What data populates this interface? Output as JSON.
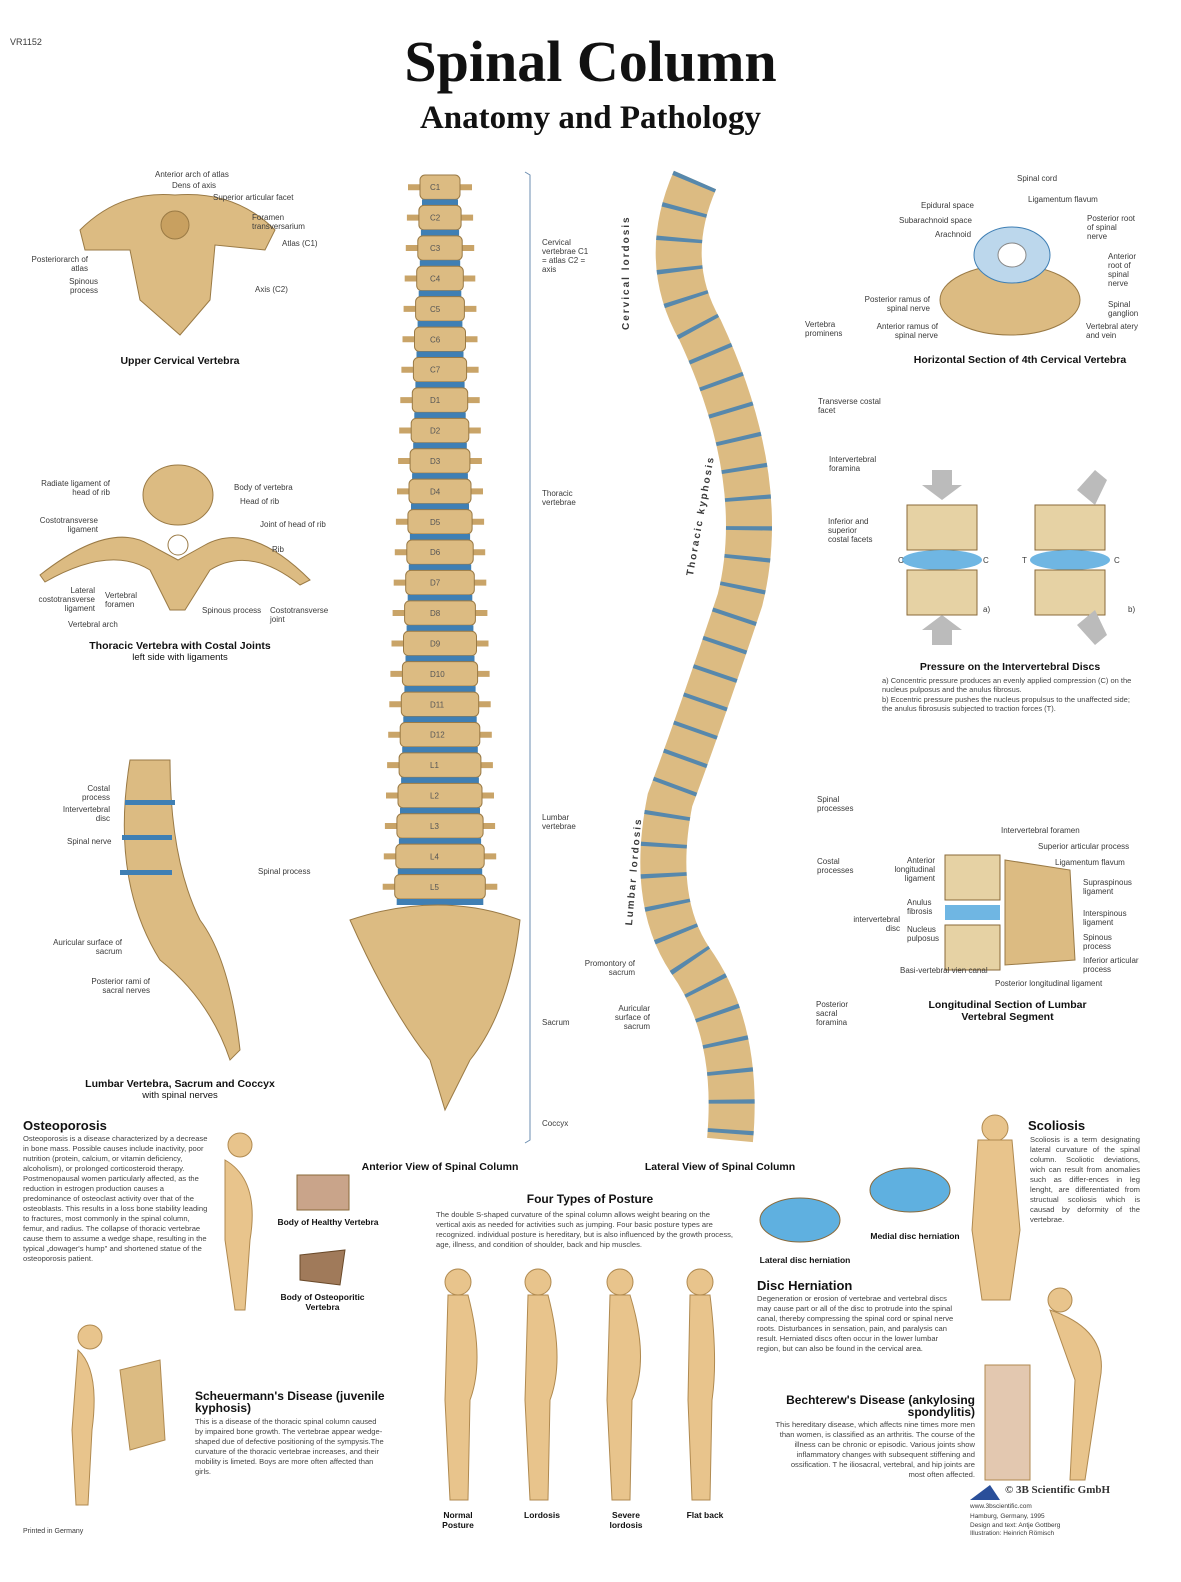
{
  "header": {
    "code": "VR1152",
    "title": "Spinal Column",
    "subtitle": "Anatomy and Pathology"
  },
  "upper_cervical": {
    "caption": "Upper Cervical Vertebra",
    "labels": [
      "Anterior arch of atlas",
      "Dens of axis",
      "Superior articular facet",
      "Foramen transversarium",
      "Atlas (C1)",
      "Posteriorarch of atlas",
      "Spinous process",
      "Axis (C2)"
    ]
  },
  "thoracic": {
    "caption": "Thoracic Vertebra with Costal Joints",
    "subcaption": "left side with ligaments",
    "labels": [
      "Radiate ligament of head of rib",
      "Body of vertebra",
      "Head of rib",
      "Costotransverse ligament",
      "Joint of head of rib",
      "Rib",
      "Lateral costotransverse ligament",
      "Vertebral foramen",
      "Spinous process",
      "Costotransverse joint",
      "Vertebral arch"
    ]
  },
  "lumbar_sacrum": {
    "caption": "Lumbar Vertebra, Sacrum and Coccyx",
    "subcaption": "with spinal nerves",
    "labels": [
      "Costal process",
      "Intervertebral disc",
      "Spinal nerve",
      "Spinal process",
      "Auricular surface of sacrum",
      "Posterior rami of sacral nerves"
    ]
  },
  "anterior": {
    "caption": "Anterior View of Spinal Column",
    "vertebrae": [
      "C1",
      "C2",
      "C3",
      "C4",
      "C5",
      "C6",
      "C7",
      "D1",
      "D2",
      "D3",
      "D4",
      "D5",
      "D6",
      "D7",
      "D8",
      "D9",
      "D10",
      "D11",
      "D12",
      "L1",
      "L2",
      "L3",
      "L4",
      "L5"
    ],
    "regions": [
      "Cervical vertebrae C1 = atlas C2 = axis",
      "Thoracic vertebrae",
      "Lumbar vertebrae",
      "Sacrum",
      "Coccyx"
    ]
  },
  "lateral": {
    "caption": "Lateral View of Spinal Column",
    "curves": [
      "Cervical lordosis",
      "Thoracic kyphosis",
      "Lumbar lordosis"
    ],
    "labels": [
      "Vertebra prominens",
      "Transverse costal facet",
      "Intervertebral foramina",
      "Inferior and superior costal facets",
      "Spinal processes",
      "Costal processes",
      "Promontory of sacrum",
      "Auricular surface of sacrum",
      "Posterior sacral foramina"
    ]
  },
  "horizontal": {
    "caption": "Horizontal Section of 4th Cervical Vertebra",
    "labels": [
      "Spinal cord",
      "Epidural space",
      "Ligamentum flavum",
      "Subarachnoid space",
      "Posterior root of spinal nerve",
      "Arachnoid",
      "Anterior root of spinal nerve",
      "Posterior ramus of spinal nerve",
      "Spinal ganglion",
      "Anterior ramus of spinal nerve",
      "Vertebral atery and vein"
    ]
  },
  "pressure": {
    "title": "Pressure on the Intervertebral Discs",
    "a": "a) Concentric pressure produces an evenly applied compression (C) on the nucleus pulposus and the anulus fibrosus.",
    "b": "b) Eccentric pressure pushes the nucleus propulsus to the unaffected side; the anulus fibrosusis subjected to traction forces (T).",
    "marks": [
      "C",
      "C",
      "T",
      "C",
      "a)",
      "b)"
    ]
  },
  "longitudinal": {
    "caption": "Longitudinal Section of Lumbar Vertebral Segment",
    "labels": [
      "Intervertebral foramen",
      "Superior articular process",
      "Anterior longitudinal ligament",
      "Ligamentum flavum",
      "Supraspinous ligament",
      "Anulus fibrosis",
      "intervertebral disc",
      "Interspinous ligament",
      "Nucleus pulposus",
      "Spinous process",
      "Inferior articular process",
      "Basi-vertebral vien canal",
      "Posterior longitudinal ligament"
    ]
  },
  "osteoporosis": {
    "title": "Osteoporosis",
    "text": "Osteoporosis is a disease characterized by a decrease in bone mass. Possible causes include inactivity, poor nutrition (protein, calcium, or vitamin deficiency, alcoholism), or prolonged corticosteroid therapy. Postmenopausal women particularly affected, as the reduction in estrogen production causes a predominance of osteoclast activity over that of the osteoblasts. This results in a loss bone stability leading to fractures, most commonly in the spinal column, femur, and radius. The collapse of thoracic vertebrae cause them to assume a wedge shape, resulting in the typical „dowager's hump\" and shortened statue of the osteoporosis patient.",
    "healthy": "Body of Healthy Vertebra",
    "osteoporitic": "Body of Osteoporitic Vertebra"
  },
  "posture": {
    "title": "Four Types of Posture",
    "text": "The double S-shaped curvature of the spinal column allows weight bearing on the vertical axis as needed for activities such as jumping. Four basic posture types are recognized. individual posture is hereditary, but is also influenced by the growth process, age, illness, and condition of shoulder, back and hip muscles.",
    "types": [
      "Normal Posture",
      "Lordosis",
      "Severe lordosis",
      "Flat back"
    ]
  },
  "herniation": {
    "lateral": "Lateral disc herniation",
    "medial": "Medial disc herniation",
    "title": "Disc Herniation",
    "text": "Degeneration or erosion of vertebrae and vertebral discs may cause part or all of the disc to protrude into the spinal canal, thereby compressing the spinal cord or spinal nerve roots. Disturbances in sensation, pain, and paralysis can result. Herniated discs often occur in the lower lumbar region, but can also be found in the cervical area."
  },
  "scoliosis": {
    "title": "Scoliosis",
    "text": "Scoliosis is a term designating lateral curvature of the spinal column. Scoliotic deviations, wich can result from anomalies such as differ-ences in leg lenght, are differentiated from structual scoliosis which is causad by deformity of the vertebrae."
  },
  "scheuermann": {
    "title": "Scheuermann's Disease (juvenile kyphosis)",
    "text": "This is a disease of the thoracic spinal column caused by impaired bone growth. The vertebrae appear wedge-shaped due of defective positioning of the sympysis.The curvature of the thoracic vertebrae increases, and their mobility is limeted. Boys are more often affected than girls."
  },
  "bechterew": {
    "title": "Bechterew's Disease (ankylosing spondylitis)",
    "text": "This hereditary disease, which affects nine times more men than women, is classified as an arthritis. The course of the illness can be chronic or episodic. Various joints show inflammatory changes with subsequent stiffening and ossification. T he iliosacral, vertebral, and hip joints are most often affected."
  },
  "footer": {
    "printed": "Printed in Germany",
    "logo": "3B",
    "copyright": "© 3B Scientific GmbH",
    "url": "www.3bscientific.com",
    "place": "Hamburg, Germany, 1995",
    "design": "Design and text: Antje Gottberg",
    "illustration": "Illustration: Heinrich Römisch"
  },
  "colors": {
    "bone": "#dcbb82",
    "disc": "#3f7fb4",
    "skin": "#e8c48c",
    "text": "#111111"
  }
}
